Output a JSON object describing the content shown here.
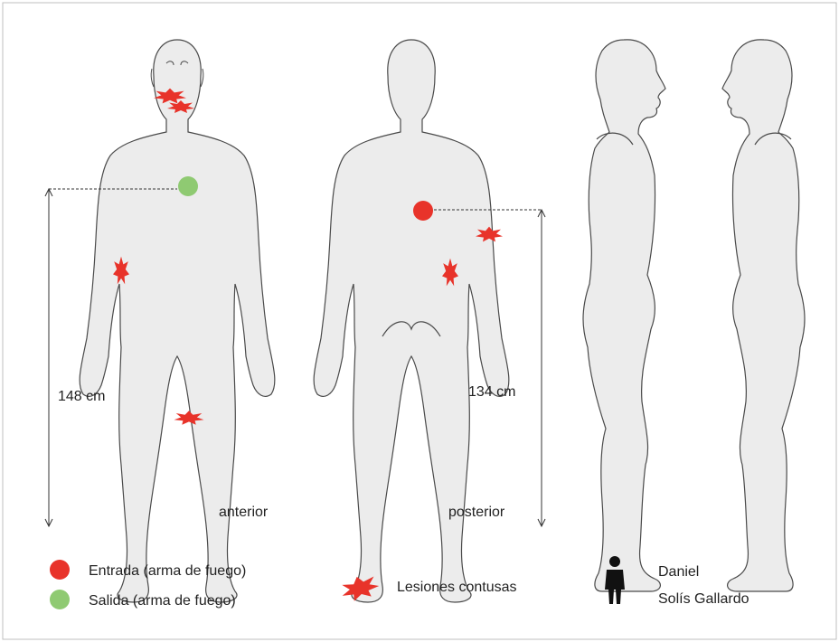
{
  "labels": {
    "anterior": "anterior",
    "posterior": "posterior",
    "height_front": "148 cm",
    "height_back": "134 cm"
  },
  "legend": {
    "entry": "Entrada (arma de fuego)",
    "exit": "Salida (arma de fuego)",
    "blunt": "Lesiones contusas",
    "person_first": "Daniel",
    "person_last": "Solís Gallardo"
  },
  "colors": {
    "entry": "#e8332a",
    "exit": "#8fca72",
    "blunt": "#e8332a",
    "body_fill": "#ececec",
    "body_stroke": "#4a4a4a"
  }
}
